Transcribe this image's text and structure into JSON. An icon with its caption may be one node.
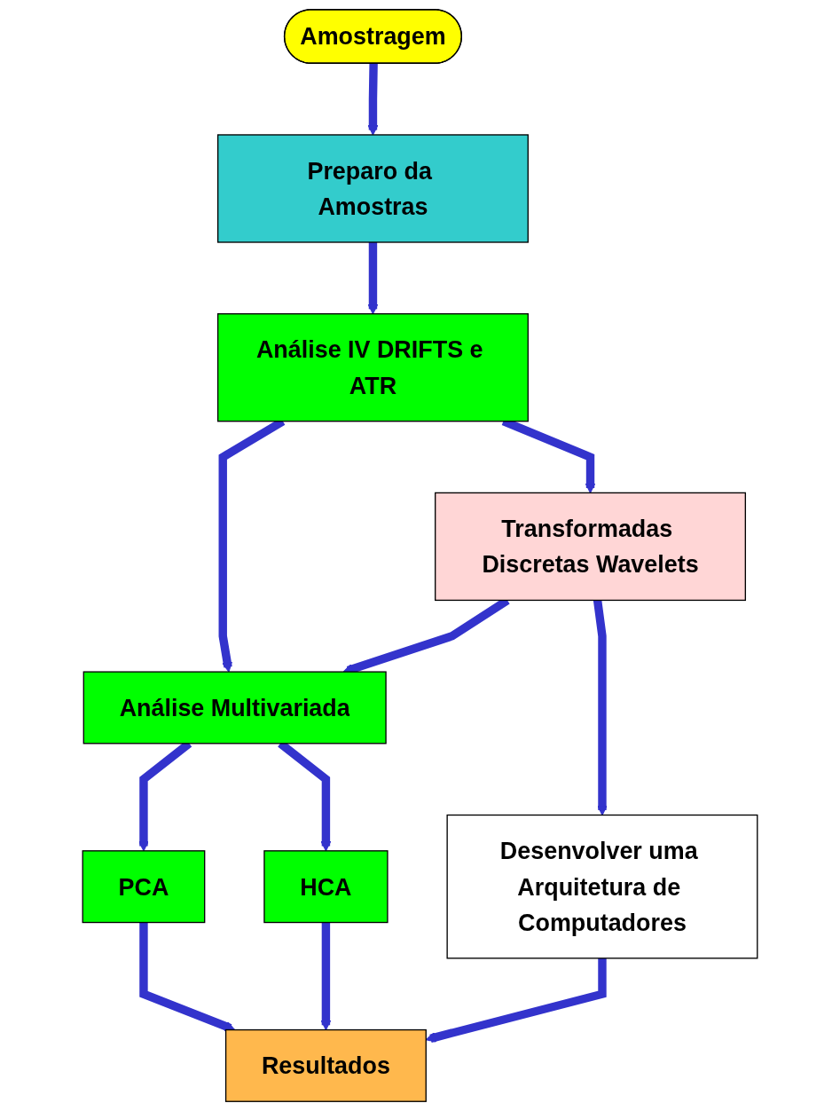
{
  "diagram": {
    "nodes": [
      {
        "text": [
          "Amostragem"
        ]
      },
      {
        "text": [
          "Preparo da Amostras"
        ]
      },
      {
        "text": [
          "Análise IV DRIFTS e ATR"
        ]
      },
      {
        "text": [
          "Análise Multivariada"
        ]
      },
      {
        "text": [
          "Transformadas Discretas Wavelets"
        ]
      },
      {
        "text": [
          "PCA"
        ]
      },
      {
        "text": [
          "HCA"
        ]
      },
      {
        "text": [
          "Desenvolver uma Arquitetura de Computadores"
        ]
      },
      {
        "text": [
          "Resultados"
        ]
      }
    ],
    "edges": [
      {
        "from": 0,
        "to": 1,
        "arrow": "to"
      },
      {
        "from": 1,
        "to": 2,
        "arrow": "to"
      },
      {
        "from": 2,
        "to": 3,
        "arrow": "to"
      },
      {
        "from": 2,
        "to": 4,
        "arrow": "to"
      },
      {
        "from": 4,
        "to": 3,
        "arrow": "to"
      },
      {
        "from": 3,
        "to": 5,
        "arrow": "to"
      },
      {
        "from": 3,
        "to": 6,
        "arrow": "to"
      },
      {
        "from": 4,
        "to": 7,
        "arrow": "to"
      },
      {
        "from": 7,
        "to": 8,
        "arrow": "to"
      },
      {
        "from": 6,
        "to": 8,
        "arrow": "to"
      },
      {
        "from": 5,
        "to": 8,
        "arrow": "to"
      }
    ]
  }
}
